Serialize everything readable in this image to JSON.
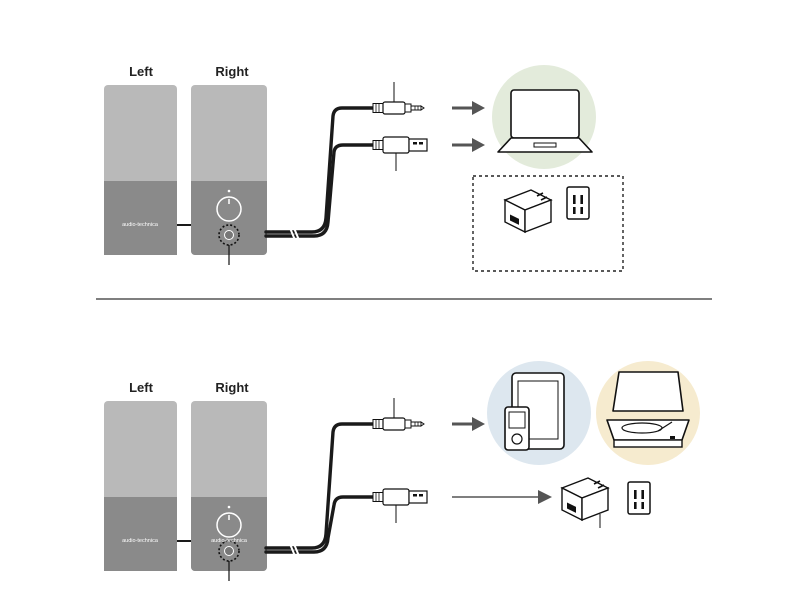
{
  "panels": [
    {
      "speakers": {
        "left_label": "Left",
        "right_label": "Right",
        "brand": "audio-technica"
      },
      "devices": [
        "laptop-computer",
        "usb-power-adapter",
        "wall-outlet"
      ]
    },
    {
      "speakers": {
        "left_label": "Left",
        "right_label": "Right",
        "brand": "audio-technica"
      },
      "devices": [
        "tablet",
        "portable-music-player",
        "turntable",
        "usb-power-adapter",
        "wall-outlet"
      ]
    }
  ],
  "colors": {
    "speaker_top": "#b9b9b9",
    "speaker_bottom": "#8a8a8a",
    "cable": "#1a1a1a",
    "arrow": "#555555",
    "laptop_circle": "#e3ebdb",
    "tablet_circle": "#dde7ef",
    "turntable_circle": "#f6ebcf",
    "divider": "#333333"
  }
}
